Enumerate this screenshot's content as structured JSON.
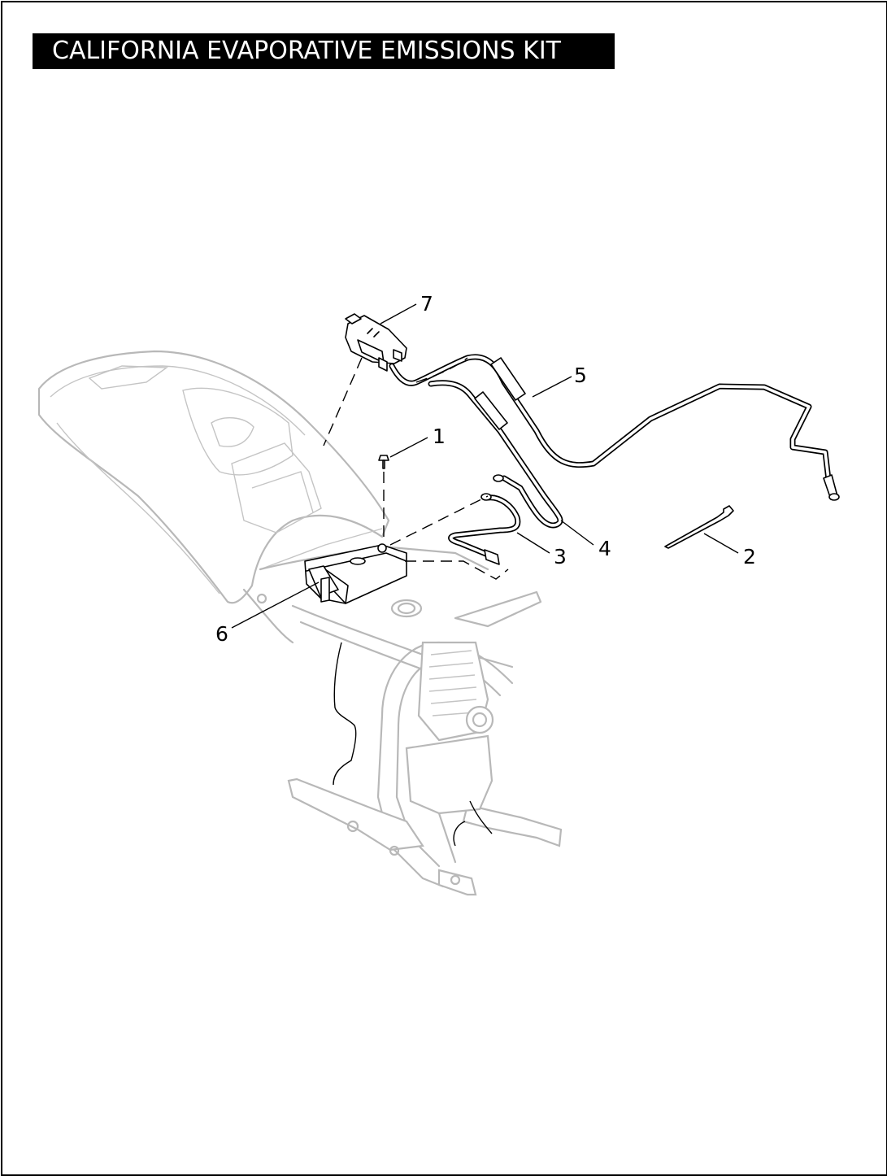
{
  "title": "CALIFORNIA EVAPORATIVE EMISSIONS KIT",
  "callouts": {
    "c1": "1",
    "c2": "2",
    "c3": "3",
    "c4": "4",
    "c5": "5",
    "c6": "6",
    "c7": "7"
  }
}
